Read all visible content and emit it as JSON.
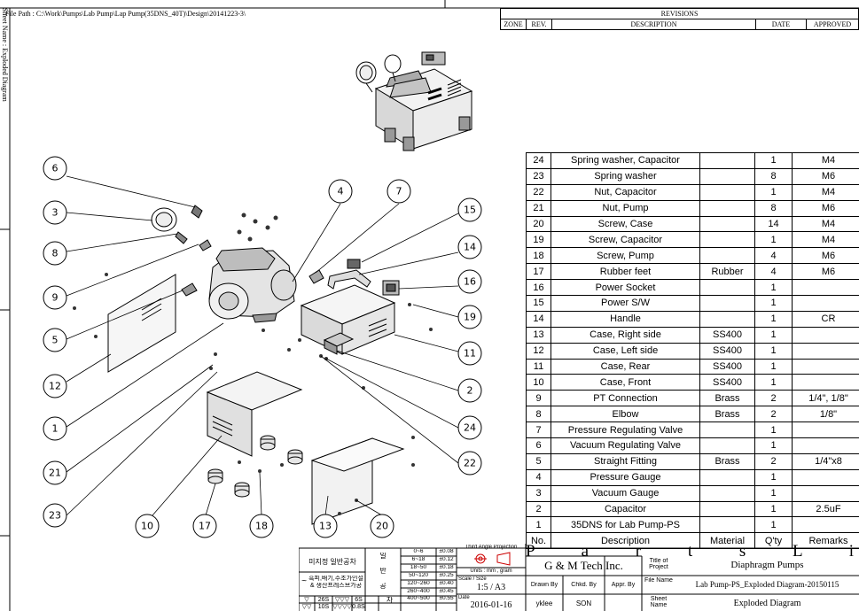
{
  "file_path": "File Path : C:\\Work\\Pumps\\Lab Pump\\Lap Pump(35DNS_40T)\\Design\\20141223-3\\",
  "sheet_name": "Sheet Name : Exploded Diagram",
  "revisions": {
    "title": "REVISIONS",
    "headers": [
      "ZONE",
      "REV.",
      "DESCRIPTION",
      "DATE",
      "APPROVED"
    ]
  },
  "parts_list": {
    "title": "P a r t s   L i s t",
    "headers": [
      "No.",
      "Description",
      "Material",
      "Q'ty",
      "Remarks"
    ],
    "rows": [
      [
        "24",
        "Spring washer, Capacitor",
        "",
        "1",
        "M4"
      ],
      [
        "23",
        "Spring washer",
        "",
        "8",
        "M6"
      ],
      [
        "22",
        "Nut, Capacitor",
        "",
        "1",
        "M4"
      ],
      [
        "21",
        "Nut, Pump",
        "",
        "8",
        "M6"
      ],
      [
        "20",
        "Screw, Case",
        "",
        "14",
        "M4"
      ],
      [
        "19",
        "Screw, Capacitor",
        "",
        "1",
        "M4"
      ],
      [
        "18",
        "Screw, Pump",
        "",
        "4",
        "M6"
      ],
      [
        "17",
        "Rubber feet",
        "Rubber",
        "4",
        "M6"
      ],
      [
        "16",
        "Power Socket",
        "",
        "1",
        ""
      ],
      [
        "15",
        "Power S/W",
        "",
        "1",
        ""
      ],
      [
        "14",
        "Handle",
        "",
        "1",
        "CR"
      ],
      [
        "13",
        "Case, Right side",
        "SS400",
        "1",
        ""
      ],
      [
        "12",
        "Case, Left side",
        "SS400",
        "1",
        ""
      ],
      [
        "11",
        "Case, Rear",
        "SS400",
        "1",
        ""
      ],
      [
        "10",
        "Case, Front",
        "SS400",
        "1",
        ""
      ],
      [
        "9",
        "PT Connection",
        "Brass",
        "2",
        "1/4\", 1/8\""
      ],
      [
        "8",
        "Elbow",
        "Brass",
        "2",
        "1/8\""
      ],
      [
        "7",
        "Pressure Regulating Valve",
        "",
        "1",
        ""
      ],
      [
        "6",
        "Vacuum Regulating Valve",
        "",
        "1",
        ""
      ],
      [
        "5",
        "Straight Fitting",
        "Brass",
        "2",
        "1/4\"x8"
      ],
      [
        "4",
        "Pressure Gauge",
        "",
        "1",
        ""
      ],
      [
        "3",
        "Vacuum Gauge",
        "",
        "1",
        ""
      ],
      [
        "2",
        "Capacitor",
        "",
        "1",
        "2.5uF"
      ],
      [
        "1",
        "35DNS for Lab Pump-PS",
        "",
        "1",
        ""
      ]
    ]
  },
  "balloons": [
    "6",
    "3",
    "8",
    "9",
    "5",
    "12",
    "1",
    "21",
    "23",
    "10",
    "17",
    "18",
    "13",
    "20",
    "4",
    "7",
    "15",
    "14",
    "16",
    "19",
    "11",
    "2",
    "24",
    "22"
  ],
  "title_block": {
    "unspecified_note": "미지정 일반공차",
    "tolerance_col_label": [
      "일",
      "반",
      "공",
      "차"
    ],
    "tolerances": [
      [
        "0~6",
        "±0.08"
      ],
      [
        "6~18",
        "±0.12"
      ],
      [
        "18~50",
        "±0.18"
      ],
      [
        "50~120",
        "±0.25"
      ],
      [
        "120~260",
        "±0.40"
      ],
      [
        "260~400",
        "±0.45"
      ],
      [
        "400~500",
        "±0.55"
      ]
    ],
    "finish_note_1": "흑피,배기,주조가인설",
    "finish_note_2": "& 생산프레스브가공",
    "finish_sym": "~",
    "roughness": [
      [
        "▽",
        "26S",
        "▽▽▽",
        "6S"
      ],
      [
        "▽▽",
        "10S",
        "▽▽▽▽",
        "0.8S"
      ]
    ],
    "projection_label": "Third Angle Projection",
    "units": "Units : mm , gram",
    "scale_label": "Scale / Size",
    "scale_value": "1:5  /  A3",
    "date_label": "Date",
    "date_value": "2016-01-16",
    "company": "G & M Tech Inc.",
    "title_of_project_label": "Title of Project",
    "project": "Diaphragm Pumps",
    "drawn_by_label": "Drawn By",
    "chkd_by_label": "Chkd. By",
    "appr_by_label": "Appr. By",
    "file_name_label": "File Name",
    "file_name": "Lab Pump-PS_Exploded Diagram-20150115",
    "drawn_by": "yklee",
    "chkd_by": "SON",
    "sheet_name_label": "Sheet Name",
    "sheet_name_value": "Exploded Diagram"
  }
}
